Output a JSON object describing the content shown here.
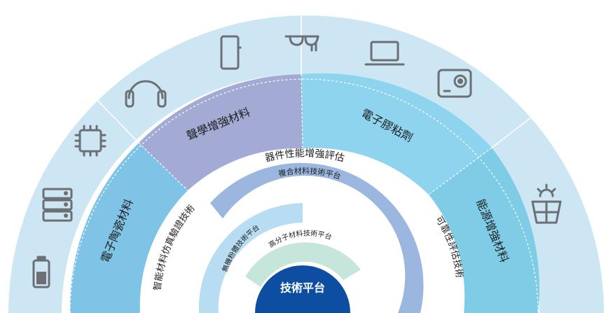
{
  "center": {
    "label": "技術平台"
  },
  "inner_platforms": [
    {
      "label": "無機粉體技術平台"
    },
    {
      "label": "高分子材料技術平台"
    },
    {
      "label": "複合材料技術平台"
    }
  ],
  "middle_ring": [
    {
      "label": "智能材料仿真驗證技術"
    },
    {
      "label": "器件性能增強評估"
    },
    {
      "label": "可靠性評估技術"
    }
  ],
  "material_segments": [
    {
      "label": "電子陶瓷材料"
    },
    {
      "label": "聲學增強材料"
    },
    {
      "label": "電子膠粘劑"
    },
    {
      "label": "能源增強材料"
    }
  ],
  "outer_icons": [
    {
      "name": "battery"
    },
    {
      "name": "server"
    },
    {
      "name": "chip"
    },
    {
      "name": "headphones"
    },
    {
      "name": "phone"
    },
    {
      "name": "smart-glasses"
    },
    {
      "name": "laptop"
    },
    {
      "name": "camera"
    },
    {
      "name": "solar-panel"
    }
  ],
  "colors": {
    "outer_band": "#cde6f4",
    "ceramic": "#7fc4e6",
    "acoustic": "#a3aad4",
    "adhesive": "#8fd4ee",
    "energy": "#7ecce6",
    "composite_arc": "#9bb6df",
    "inorganic_arc": "#b8dcf2",
    "polymer_arc": "#c6e6dc",
    "center": "#0d4ea2",
    "icon_stroke": "#6c6f74"
  }
}
